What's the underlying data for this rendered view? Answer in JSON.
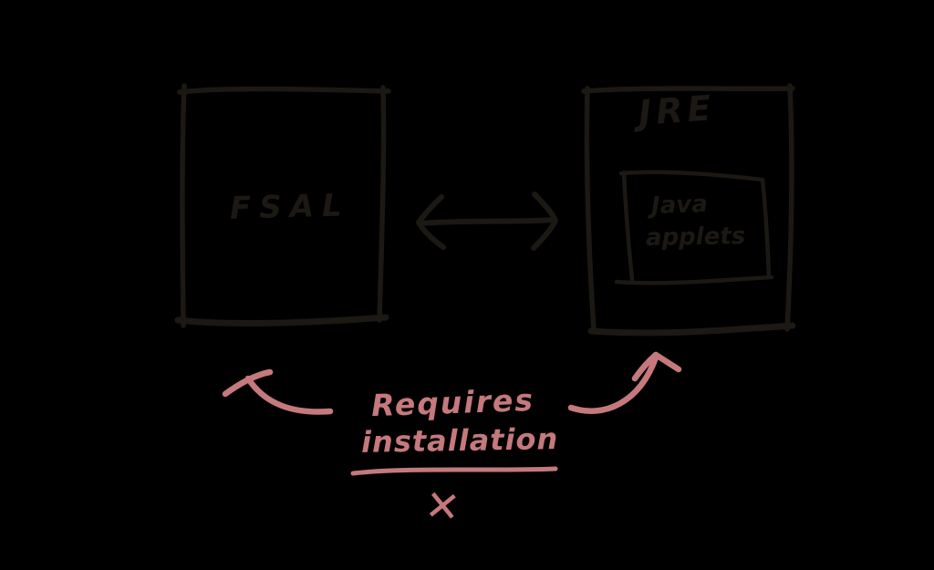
{
  "colors": {
    "background": "#000000",
    "ink": "#1c1813",
    "accent": "#c5797d"
  },
  "left_box": {
    "label": "FSAL"
  },
  "right_box": {
    "label": "JRE",
    "inner_box": {
      "line1": "Java",
      "line2": "applets"
    }
  },
  "annotation": {
    "line1": "Requires",
    "line2": "installation",
    "mark": "✕"
  }
}
